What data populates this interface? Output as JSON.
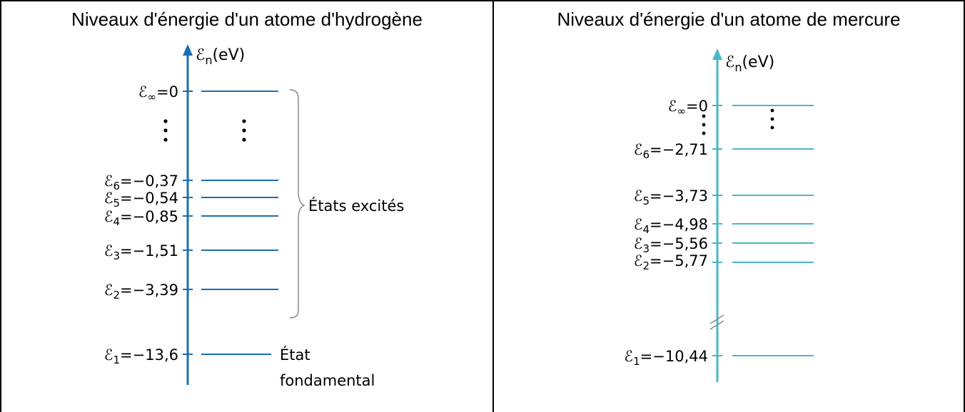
{
  "panels": [
    {
      "title": "Niveaux d'énergie d'un atome d'hydrogène",
      "axis_label": {
        "symbol": "ℰ",
        "sub": "n",
        "unit": "(eV)"
      },
      "axis_color": "#1a6fb0",
      "level_color": "#1a6fb0",
      "levels": [
        {
          "sub": "∞",
          "value": "0"
        },
        {
          "sub": "6",
          "value": "−0,37"
        },
        {
          "sub": "5",
          "value": "−0,54"
        },
        {
          "sub": "4",
          "value": "−0,85"
        },
        {
          "sub": "3",
          "value": "−1,51"
        },
        {
          "sub": "2",
          "value": "−3,39"
        },
        {
          "sub": "1",
          "value": "−13,6"
        }
      ],
      "excited_label": "États excités",
      "ground_label_line1": "État",
      "ground_label_line2": "fondamental"
    },
    {
      "title": "Niveaux d'énergie d'un atome de mercure",
      "axis_label": {
        "symbol": "ℰ",
        "sub": "n",
        "unit": "(eV)"
      },
      "axis_color": "#4ab6c8",
      "level_color": "#4ab6c8",
      "levels": [
        {
          "sub": "∞",
          "value": "0"
        },
        {
          "sub": "6",
          "value": "−2,71"
        },
        {
          "sub": "5",
          "value": "−3,73"
        },
        {
          "sub": "4",
          "value": "−4,98"
        },
        {
          "sub": "3",
          "value": "−5,56"
        },
        {
          "sub": "2",
          "value": "−5,77"
        },
        {
          "sub": "1",
          "value": "−10,44"
        }
      ]
    }
  ],
  "eq": "="
}
